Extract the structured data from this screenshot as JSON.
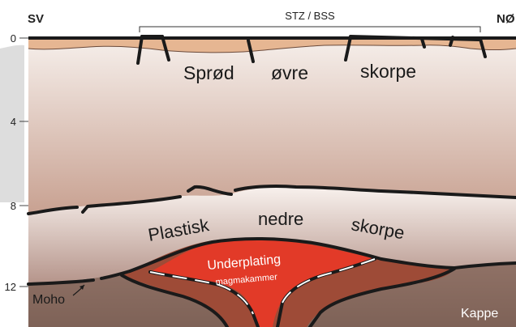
{
  "directions": {
    "left": "SV",
    "right": "NØ"
  },
  "zone_label": "STZ / BSS",
  "depth_ticks": [
    "0",
    "4",
    "8",
    "12"
  ],
  "layers": {
    "upper": [
      "Sprød",
      "øvre",
      "skorpe"
    ],
    "lower": [
      "Plastisk",
      "nedre",
      "skorpe"
    ]
  },
  "magma": {
    "title": "Underplating",
    "subtitle": "magmakammer"
  },
  "moho_label": "Moho",
  "mantle_label": "Kappe",
  "colors": {
    "sediment": "#e8b894",
    "upper_crust_top": "#f5ede9",
    "upper_crust_bottom": "#c9a08f",
    "lower_crust_top": "#f7f0ec",
    "lower_crust_bottom": "#b89789",
    "mantle": "#8a6d62",
    "underplate_rim": "#9c4a36",
    "magma": "#e23a28",
    "outline": "#1a1a1a"
  }
}
